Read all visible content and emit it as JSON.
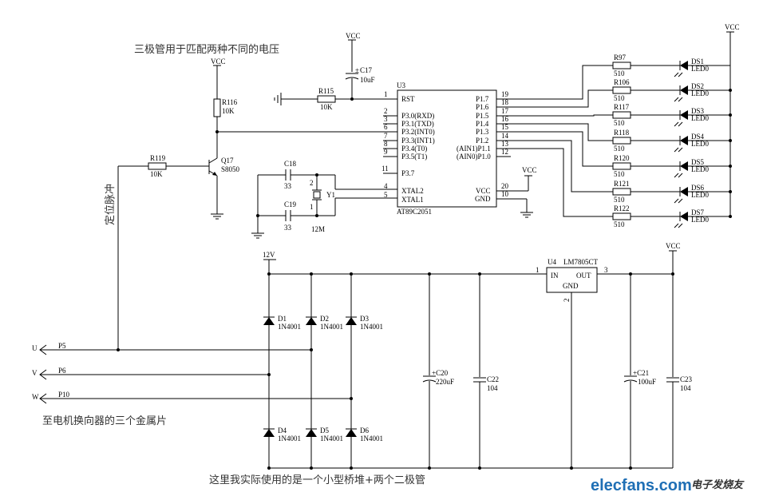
{
  "notes": {
    "triode": "三极管用于匹配两种不同的电压",
    "pulse": "定位脉冲",
    "motor": "至电机换向器的三个金属片",
    "bridge": "这里我实际使用的是一个小型桥堆+两个二极管"
  },
  "power": {
    "vcc": "VCC",
    "v12": "12V"
  },
  "mcu": {
    "ref": "U3",
    "part": "AT89C2051",
    "left_pins": [
      {
        "num": "1",
        "name": "RST"
      },
      {
        "num": "2",
        "name": "P3.0(RXD)"
      },
      {
        "num": "3",
        "name": "P3.1(TXD)"
      },
      {
        "num": "6",
        "name": "P3.2(INT0)"
      },
      {
        "num": "7",
        "name": "P3.3(INT1)"
      },
      {
        "num": "8",
        "name": "P3.4(T0)"
      },
      {
        "num": "9",
        "name": "P3.5(T1)"
      },
      {
        "num": "11",
        "name": "P3.7"
      },
      {
        "num": "4",
        "name": "XTAL2"
      },
      {
        "num": "5",
        "name": "XTAL1"
      }
    ],
    "right_pins": [
      {
        "num": "19",
        "name": "P1.7"
      },
      {
        "num": "18",
        "name": "P1.6"
      },
      {
        "num": "17",
        "name": "P1.5"
      },
      {
        "num": "16",
        "name": "P1.4"
      },
      {
        "num": "15",
        "name": "P1.3"
      },
      {
        "num": "14",
        "name": "P1.2"
      },
      {
        "num": "13",
        "name": "(AIN1)P1.1"
      },
      {
        "num": "12",
        "name": "(AIN0)P1.0"
      },
      {
        "num": "20",
        "name": "VCC"
      },
      {
        "num": "10",
        "name": "GND"
      }
    ]
  },
  "parts": {
    "c17": {
      "ref": "C17",
      "val": "10uF"
    },
    "r115": {
      "ref": "R115",
      "val": "10K"
    },
    "r116": {
      "ref": "R116",
      "val": "10K"
    },
    "r119": {
      "ref": "R119",
      "val": "10K"
    },
    "q17": {
      "ref": "Q17",
      "val": "S8050"
    },
    "c18": {
      "ref": "C18",
      "val": "33"
    },
    "c19": {
      "ref": "C19",
      "val": "33"
    },
    "y1": {
      "ref": "Y1",
      "val": "12M"
    },
    "u4": {
      "ref": "U4",
      "val": "LM7805CT",
      "in": "IN",
      "out": "OUT",
      "gnd": "GND",
      "p1": "1",
      "p2": "2",
      "p3": "3"
    },
    "c20": {
      "ref": "C20",
      "val": "220uF"
    },
    "c22": {
      "ref": "C22",
      "val": "104"
    },
    "c21": {
      "ref": "C21",
      "val": "100uF"
    },
    "c23": {
      "ref": "C23",
      "val": "104"
    },
    "pin_c17_plus": "±",
    "pin_y1_2": "2",
    "pin_y1_1": "1"
  },
  "leds": [
    {
      "r": "R97",
      "rv": "510",
      "d": "DS1",
      "dv": "LED0"
    },
    {
      "r": "R106",
      "rv": "510",
      "d": "DS2",
      "dv": "LED0"
    },
    {
      "r": "R117",
      "rv": "510",
      "d": "DS3",
      "dv": "LED0"
    },
    {
      "r": "R118",
      "rv": "510",
      "d": "DS4",
      "dv": "LED0"
    },
    {
      "r": "R120",
      "rv": "510",
      "d": "DS5",
      "dv": "LED0"
    },
    {
      "r": "R121",
      "rv": "510",
      "d": "DS6",
      "dv": "LED0"
    },
    {
      "r": "R122",
      "rv": "510",
      "d": "DS7",
      "dv": "LED0"
    }
  ],
  "diodes": [
    {
      "ref": "D1",
      "val": "1N4001"
    },
    {
      "ref": "D2",
      "val": "1N4001"
    },
    {
      "ref": "D3",
      "val": "1N4001"
    },
    {
      "ref": "D4",
      "val": "1N4001"
    },
    {
      "ref": "D5",
      "val": "1N4001"
    },
    {
      "ref": "D6",
      "val": "1N4001"
    }
  ],
  "phases": [
    {
      "name": "U",
      "net": "P5"
    },
    {
      "name": "V",
      "net": "P6"
    },
    {
      "name": "W",
      "net": "P10"
    }
  ],
  "watermark": {
    "site": "elecfans.com",
    "cn": "电子发烧友"
  }
}
